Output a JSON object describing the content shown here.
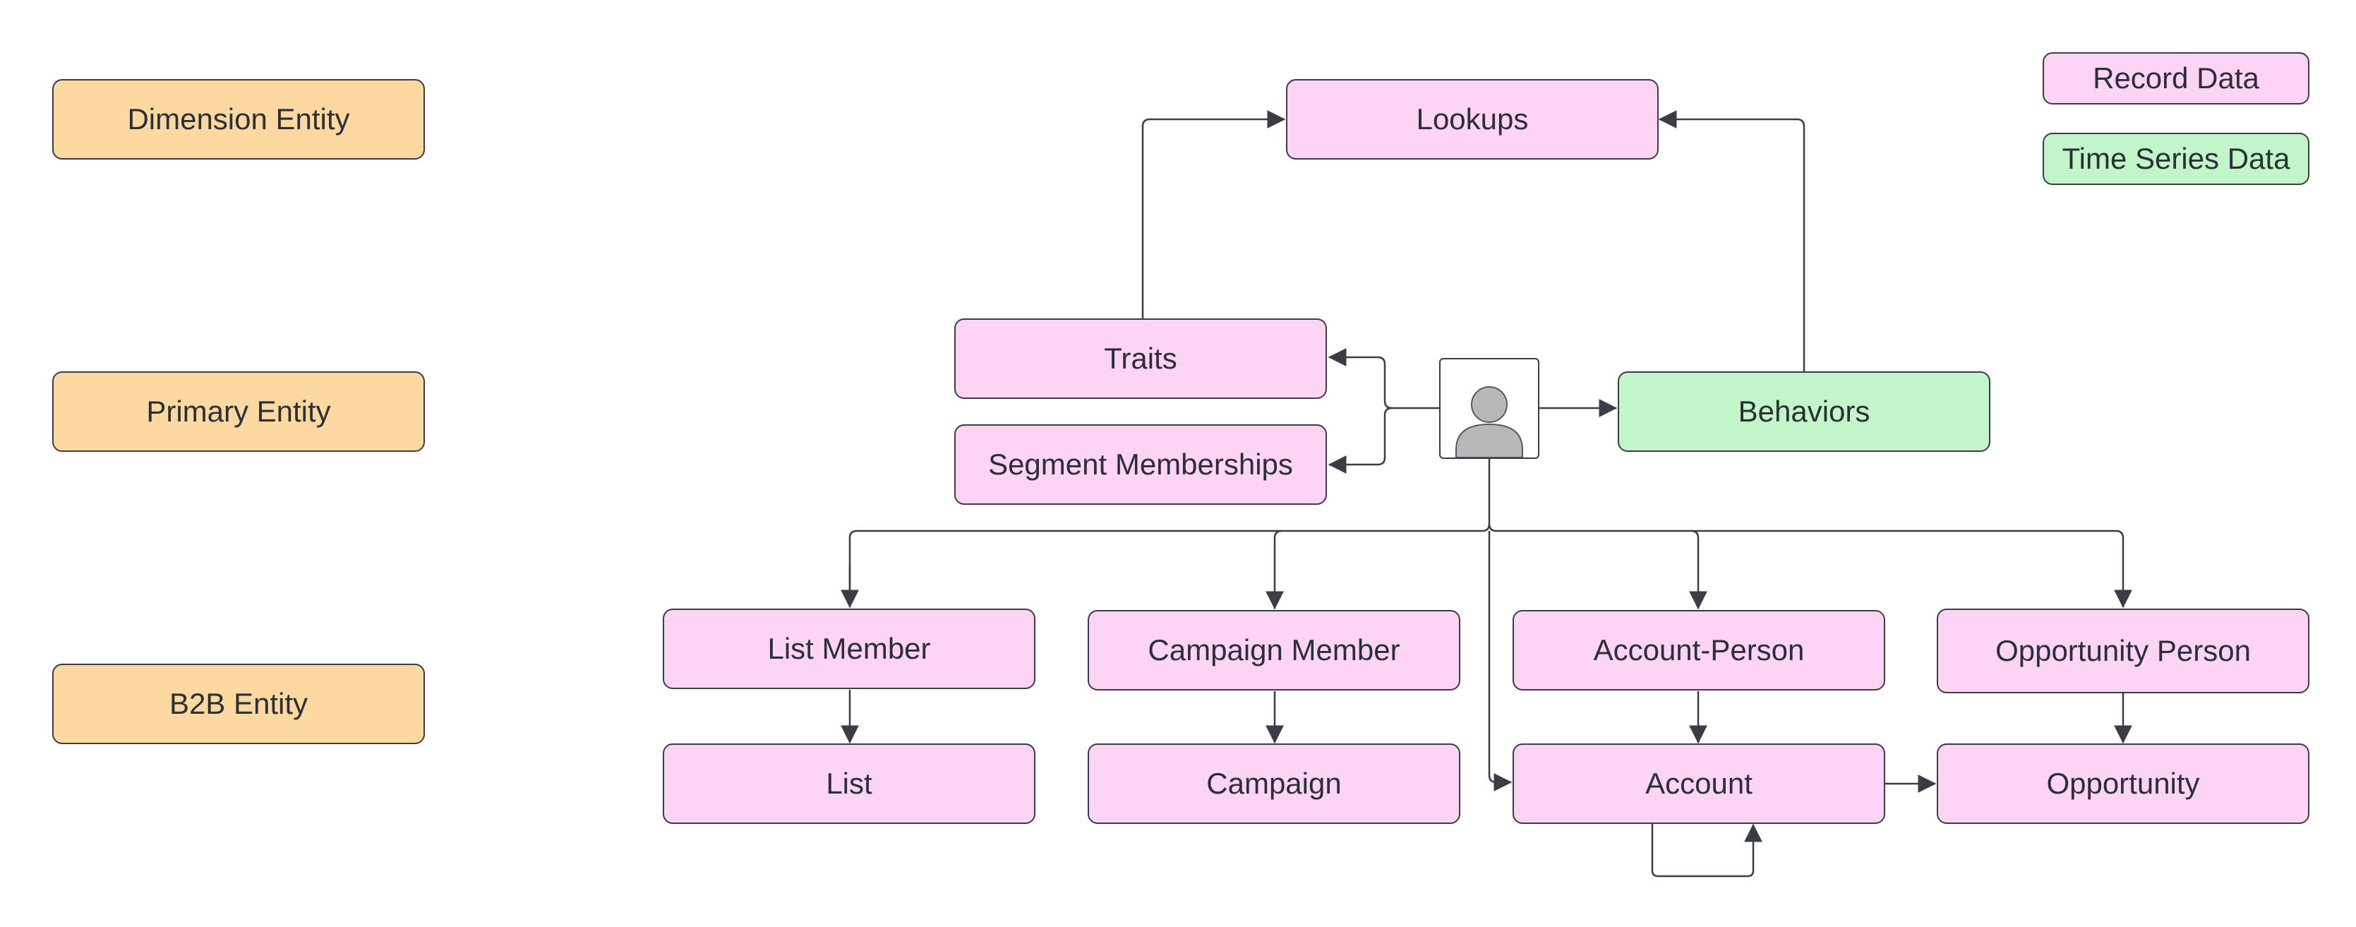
{
  "levels": {
    "dimension": "Dimension Entity",
    "primary": "Primary Entity",
    "b2b": "B2B Entity"
  },
  "legend": {
    "record": "Record Data",
    "time_series": "Time Series Data"
  },
  "nodes": {
    "lookups": "Lookups",
    "traits": "Traits",
    "segment_memberships": "Segment Memberships",
    "behaviors": "Behaviors",
    "list_member": "List Member",
    "campaign_member": "Campaign Member",
    "account_person": "Account-Person",
    "opportunity_person": "Opportunity Person",
    "list": "List",
    "campaign": "Campaign",
    "account": "Account",
    "opportunity": "Opportunity"
  },
  "colors": {
    "dimension_fill": "#fcd9a1",
    "record_fill": "#fdd4f4",
    "time_series_fill": "#c2f5c8",
    "line": "#3a3d45",
    "avatar": "#b8b8b8"
  },
  "icons": {
    "person": "person-icon"
  }
}
